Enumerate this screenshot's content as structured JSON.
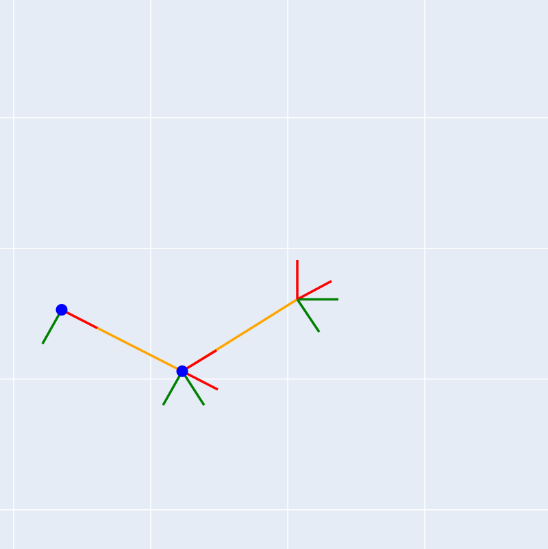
{
  "chart_data": {
    "type": "line",
    "title": "",
    "xlabel": "",
    "ylabel": "",
    "xlim": [
      -2.0,
      2.0
    ],
    "ylim": [
      -2.1,
      2.1
    ],
    "grid": true,
    "gridlines": {
      "x": [
        -1.9,
        -0.9,
        0.1,
        1.1
      ],
      "y": [
        1.2,
        0.2,
        -0.8,
        -1.8
      ]
    },
    "background_color": "#e5ecf6",
    "grid_color": "#ffffff",
    "series": [
      {
        "role": "links",
        "color": "#ffa500",
        "points": [
          [
            -1.55,
            -0.27
          ],
          [
            -0.67,
            -0.74
          ],
          [
            0.17,
            -0.19
          ]
        ]
      },
      {
        "role": "joints",
        "color": "#0000ff",
        "points": [
          [
            -1.55,
            -0.27
          ],
          [
            -0.67,
            -0.74
          ]
        ]
      }
    ],
    "frames": [
      {
        "origin": [
          -1.55,
          -0.27
        ],
        "x_axis_end": [
          -1.29,
          -0.41
        ],
        "y_axis_end": [
          -1.69,
          -0.53
        ]
      },
      {
        "origin": [
          -0.67,
          -0.74
        ],
        "x_axis_end": [
          -0.41,
          -0.88
        ],
        "y_axis_end": [
          -0.81,
          -1.0
        ],
        "extra_axis_end": [
          -0.51,
          -1.0
        ]
      },
      {
        "origin": [
          -0.67,
          -0.74
        ],
        "x_axis_end": [
          -0.42,
          -0.58
        ]
      },
      {
        "origin": [
          0.17,
          -0.19
        ],
        "x_axis_end": [
          0.42,
          -0.05
        ],
        "y_axis_end": [
          0.33,
          -0.44
        ]
      },
      {
        "origin": [
          0.17,
          -0.19
        ],
        "x_axis_end": [
          0.17,
          0.11
        ],
        "y_axis_end": [
          0.47,
          -0.19
        ]
      }
    ],
    "colors": {
      "link": "#ffa500",
      "frame_x": "#ff0000",
      "frame_y": "#008000",
      "joint": "#0000ff"
    }
  }
}
